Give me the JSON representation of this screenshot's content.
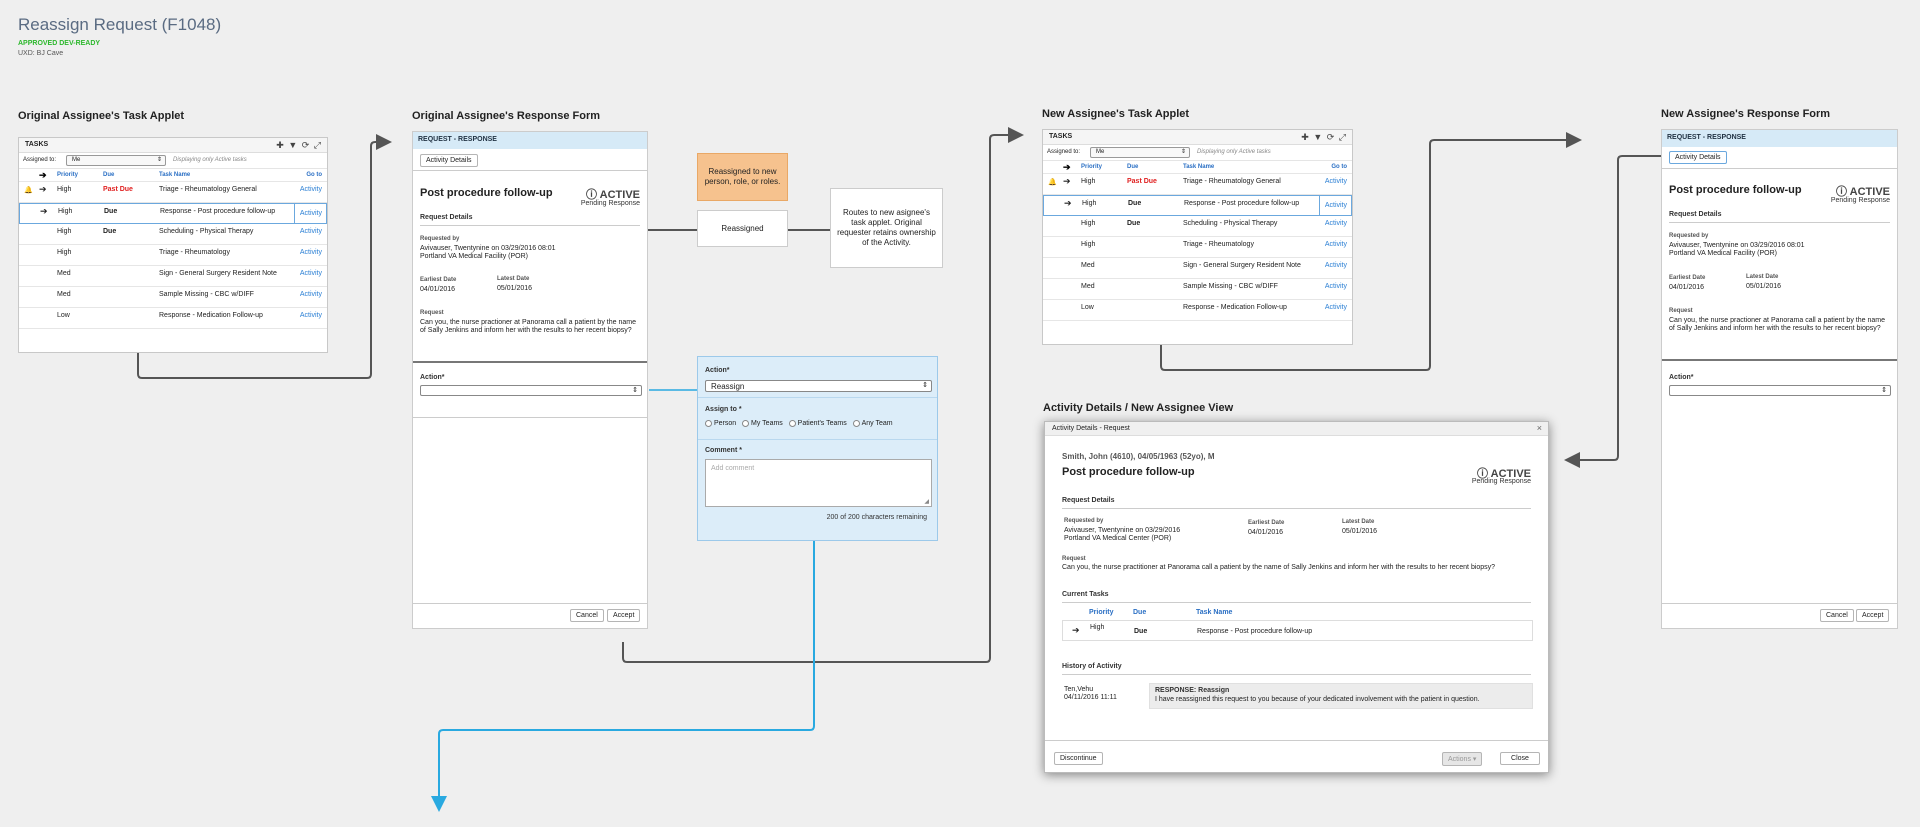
{
  "doc": {
    "title": "Reassign Request (F1048)",
    "status": "APPROVED DEV-READY",
    "uxd": "UXD: BJ Cave"
  },
  "sections": {
    "orig_applet": "Original Assignee's Task Applet",
    "orig_form": "Original Assignee's Response Form",
    "new_applet": "New Assignee's Task Applet",
    "new_form": "New Assignee's Response Form",
    "activity_details": "Activity Details  / New Assignee View"
  },
  "applet": {
    "title": "TASKS",
    "tools": "✚ ▼ ⟳ ⤢",
    "assigned_label": "Assigned to:",
    "assigned_value": "Me",
    "filter_note": "Displaying only Active tasks",
    "columns": [
      "Priority",
      "Due",
      "Task Name",
      "Go to"
    ],
    "rows": [
      {
        "bell": true,
        "arrow": true,
        "priority": "High",
        "due": "Past Due",
        "name": "Triage - Rheumatology General",
        "goto": "Activity"
      },
      {
        "bell": false,
        "arrow": true,
        "priority": "High",
        "due": "Due",
        "name": "Response - Post procedure follow-up",
        "goto": "Activity"
      },
      {
        "bell": false,
        "arrow": false,
        "priority": "High",
        "due": "Due",
        "name": "Scheduling - Physical Therapy",
        "goto": "Activity"
      },
      {
        "bell": false,
        "arrow": false,
        "priority": "High",
        "due": "",
        "name": "Triage - Rheumatology",
        "goto": "Activity"
      },
      {
        "bell": false,
        "arrow": false,
        "priority": "Med",
        "due": "",
        "name": "Sign - General Surgery Resident Note",
        "goto": "Activity"
      },
      {
        "bell": false,
        "arrow": false,
        "priority": "Med",
        "due": "",
        "name": "Sample Missing - CBC w/DIFF",
        "goto": "Activity"
      },
      {
        "bell": false,
        "arrow": false,
        "priority": "Low",
        "due": "",
        "name": "Response - Medication Follow-up",
        "goto": "Activity"
      }
    ]
  },
  "form": {
    "header": "REQUEST - RESPONSE",
    "activity_details_btn": "Activity Details",
    "title": "Post procedure follow-up",
    "status": "ACTIVE",
    "status_sub": "Pending Response",
    "request_details": "Request Details",
    "requested_by_label": "Requested by",
    "requested_by_1": "Avivauser, Twentynine on 03/29/2016 08:01",
    "requested_by_2": "Portland VA Medical Facility (POR)",
    "earliest_label": "Earliest Date",
    "earliest_value": "04/01/2016",
    "latest_label": "Latest Date",
    "latest_value": "05/01/2016",
    "request_label": "Request",
    "request_text": "Can you, the nurse practioner at Panorama call a patient by the name of Sally Jenkins and inform her with the results to her recent biopsy?",
    "action_label": "Action*",
    "cancel": "Cancel",
    "accept": "Accept"
  },
  "flow": {
    "reassigned_note": "Reassigned to new person, role, or roles.",
    "reassigned": "Reassigned",
    "routes_note": "Routes to new asignee's task applet. Original requester retains ownership of the Activity."
  },
  "action_panel": {
    "action_label": "Action*",
    "action_value": "Reassign",
    "assign_label": "Assign to *",
    "options": [
      "Person",
      "My Teams",
      "Patient's Teams",
      "Any Team"
    ],
    "comment_label": "Comment *",
    "comment_placeholder": "Add comment",
    "chars_remaining": "200 of 200 characters remaining"
  },
  "modal": {
    "title": "Activity Details - Request",
    "close_x": "×",
    "patient": "Smith, John (4610), 04/05/1963 (52yo), M",
    "heading": "Post procedure follow-up",
    "status": "ACTIVE",
    "status_sub": "Pending Response",
    "request_details": "Request Details",
    "requested_by_label": "Requested by",
    "requested_by_1": "Avivauser, Twentynine on 03/29/2016",
    "requested_by_2": "Portland VA Medical Center (POR)",
    "earliest_label": "Earliest Date",
    "earliest_value": "04/01/2016",
    "latest_label": "Latest Date",
    "latest_value": "05/01/2016",
    "request_label": "Request",
    "request_text": "Can you, the nurse practitioner at Panorama call a patient by the name of Sally Jenkins and inform her with the results to her recent biopsy?",
    "current_tasks": "Current Tasks",
    "ct_columns": [
      "Priority",
      "Due",
      "Task Name"
    ],
    "ct_row": {
      "priority": "High",
      "due": "Due",
      "name": "Response - Post procedure follow-up"
    },
    "history": "History of Activity",
    "hist_user": "Ten,Vehu",
    "hist_date": "04/11/2016 11:11",
    "hist_title": "RESPONSE: Reassign",
    "hist_text": "I have reassigned this request to you because of your dedicated involvement with the patient in question.",
    "discontinue": "Discontinue",
    "actions": "Actions",
    "close": "Close"
  },
  "colors": {
    "blue_flow": "#29a9e0",
    "connector": "#555555",
    "form_header": "#d6eaf7",
    "orange_note": "#f6c28e",
    "past_due": "#e02020",
    "link": "#2a7fd4"
  }
}
